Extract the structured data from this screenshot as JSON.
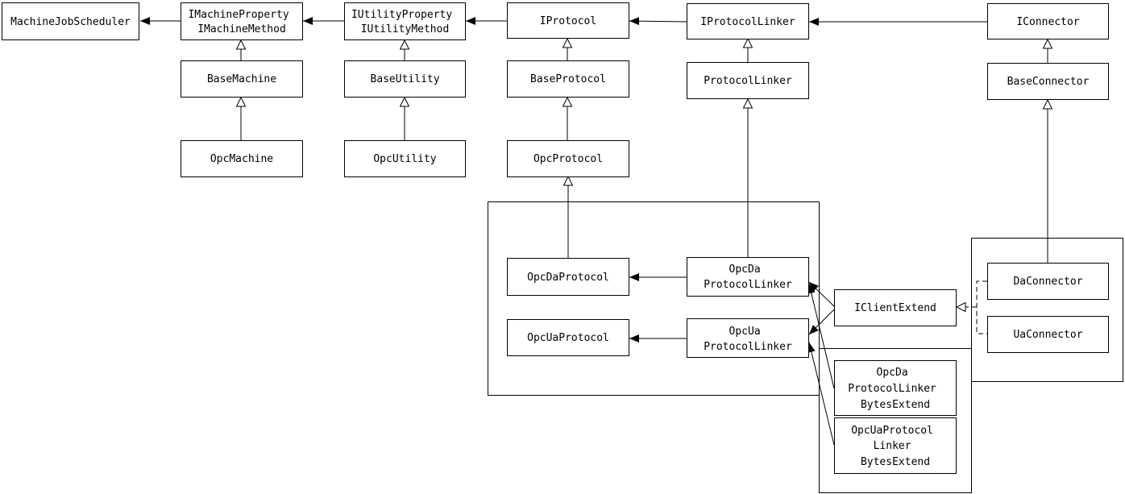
{
  "nodes": {
    "machine_job_scheduler": [
      "MachineJobScheduler"
    ],
    "imachine": [
      "IMachineProperty",
      "IMachineMethod"
    ],
    "iutility": [
      "IUtilityProperty",
      "IUtilityMethod"
    ],
    "iprotocol": [
      "IProtocol"
    ],
    "iprotocol_linker": [
      "IProtocolLinker"
    ],
    "iconnector": [
      "IConnector"
    ],
    "base_machine": [
      "BaseMachine"
    ],
    "base_utility": [
      "BaseUtility"
    ],
    "base_protocol": [
      "BaseProtocol"
    ],
    "protocol_linker": [
      "ProtocolLinker"
    ],
    "base_connector": [
      "BaseConnector"
    ],
    "opc_machine": [
      "OpcMachine"
    ],
    "opc_utility": [
      "OpcUtility"
    ],
    "opc_protocol": [
      "OpcProtocol"
    ],
    "opc_da_protocol": [
      "OpcDaProtocol"
    ],
    "opc_da_protocol_linker": [
      "OpcDa",
      "ProtocolLinker"
    ],
    "opc_ua_protocol": [
      "OpcUaProtocol"
    ],
    "opc_ua_protocol_linker": [
      "OpcUa",
      "ProtocolLinker"
    ],
    "iclient_extend": [
      "IClientExtend"
    ],
    "da_connector": [
      "DaConnector"
    ],
    "ua_connector": [
      "UaConnector"
    ],
    "opc_da_bytes_extend": [
      "OpcDa",
      "ProtocolLinker",
      "BytesExtend"
    ],
    "opc_ua_bytes_extend": [
      "OpcUaProtocol",
      "Linker",
      "BytesExtend"
    ]
  },
  "groups": [
    "opc-protocol-group",
    "connector-group",
    "bytes-extend-group"
  ],
  "edges": [
    {
      "from": "imachine",
      "to": "machine_job_scheduler",
      "kind": "association"
    },
    {
      "from": "iutility",
      "to": "imachine",
      "kind": "association"
    },
    {
      "from": "iprotocol",
      "to": "iutility",
      "kind": "association"
    },
    {
      "from": "iprotocol_linker",
      "to": "iprotocol",
      "kind": "association"
    },
    {
      "from": "iconnector",
      "to": "iprotocol_linker",
      "kind": "association"
    },
    {
      "from": "base_machine",
      "to": "imachine",
      "kind": "inheritance"
    },
    {
      "from": "opc_machine",
      "to": "base_machine",
      "kind": "inheritance"
    },
    {
      "from": "base_utility",
      "to": "iutility",
      "kind": "inheritance"
    },
    {
      "from": "opc_utility",
      "to": "base_utility",
      "kind": "inheritance"
    },
    {
      "from": "base_protocol",
      "to": "iprotocol",
      "kind": "inheritance"
    },
    {
      "from": "opc_protocol",
      "to": "base_protocol",
      "kind": "inheritance"
    },
    {
      "from": "opc_da_protocol",
      "to": "opc_protocol",
      "kind": "inheritance"
    },
    {
      "from": "protocol_linker",
      "to": "iprotocol_linker",
      "kind": "inheritance"
    },
    {
      "from": "opc_da_protocol_linker",
      "to": "protocol_linker",
      "kind": "inheritance"
    },
    {
      "from": "base_connector",
      "to": "iconnector",
      "kind": "inheritance"
    },
    {
      "from": "da_connector",
      "to": "base_connector",
      "kind": "inheritance"
    },
    {
      "from": "opc_da_protocol_linker",
      "to": "opc_da_protocol",
      "kind": "association"
    },
    {
      "from": "opc_ua_protocol_linker",
      "to": "opc_ua_protocol",
      "kind": "association"
    },
    {
      "from": "iclient_extend",
      "to": "opc_da_protocol_linker",
      "kind": "association"
    },
    {
      "from": "iclient_extend",
      "to": "opc_ua_protocol_linker",
      "kind": "association"
    },
    {
      "from": "opc_da_bytes_extend",
      "to": "opc_da_protocol_linker",
      "kind": "association"
    },
    {
      "from": "opc_ua_bytes_extend",
      "to": "opc_ua_protocol_linker",
      "kind": "association"
    },
    {
      "from": "connector-group",
      "to": "iclient_extend",
      "kind": "realization"
    }
  ],
  "colors": {
    "line": "#000000",
    "fill": "#ffffff"
  }
}
